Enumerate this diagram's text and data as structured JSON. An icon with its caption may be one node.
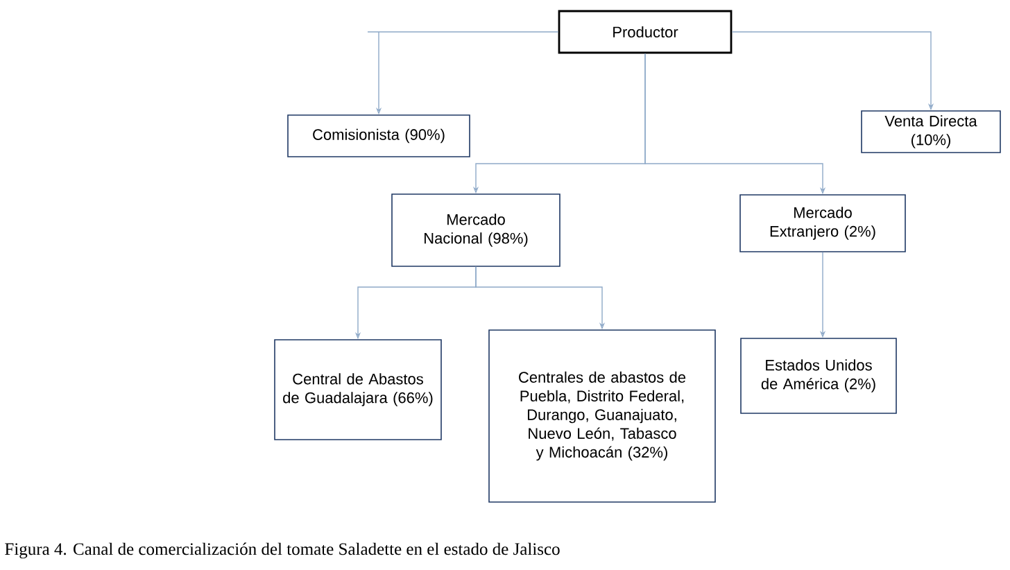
{
  "diagram": {
    "caption": "Figura 4. Canal de comercialización del tomate Saladette en el estado de Jalisco",
    "nodes": [
      {
        "text": [
          "Productor"
        ]
      },
      {
        "text": [
          "Comisionista (90%)"
        ]
      },
      {
        "text": [
          "Venta Directa (10%)"
        ]
      },
      {
        "text": [
          "Mercado Nacional (98%)"
        ]
      },
      {
        "text": [
          "Mercado Extranjero (2%)"
        ]
      },
      {
        "text": [
          "Central de Abastos de Guadalajara (66%)"
        ]
      },
      {
        "text": [
          "Centrales de abastos de Puebla, Distrito Federal, Durango, Guanajuato, Nuevo León, Tabasco y Michoacán (32%)"
        ]
      },
      {
        "text": [
          "Estados Unidos de América (2%)"
        ]
      }
    ],
    "edges": [
      {
        "from": 0,
        "to": 1,
        "arrow": "to"
      },
      {
        "from": 0,
        "to": 2,
        "arrow": "to"
      },
      {
        "from": 0,
        "to": 3,
        "arrow": "to"
      },
      {
        "from": 0,
        "to": 4,
        "arrow": "to"
      },
      {
        "from": 3,
        "to": 5,
        "arrow": "to"
      },
      {
        "from": 3,
        "to": 6,
        "arrow": "to"
      },
      {
        "from": 4,
        "to": 7,
        "arrow": "to"
      }
    ]
  }
}
